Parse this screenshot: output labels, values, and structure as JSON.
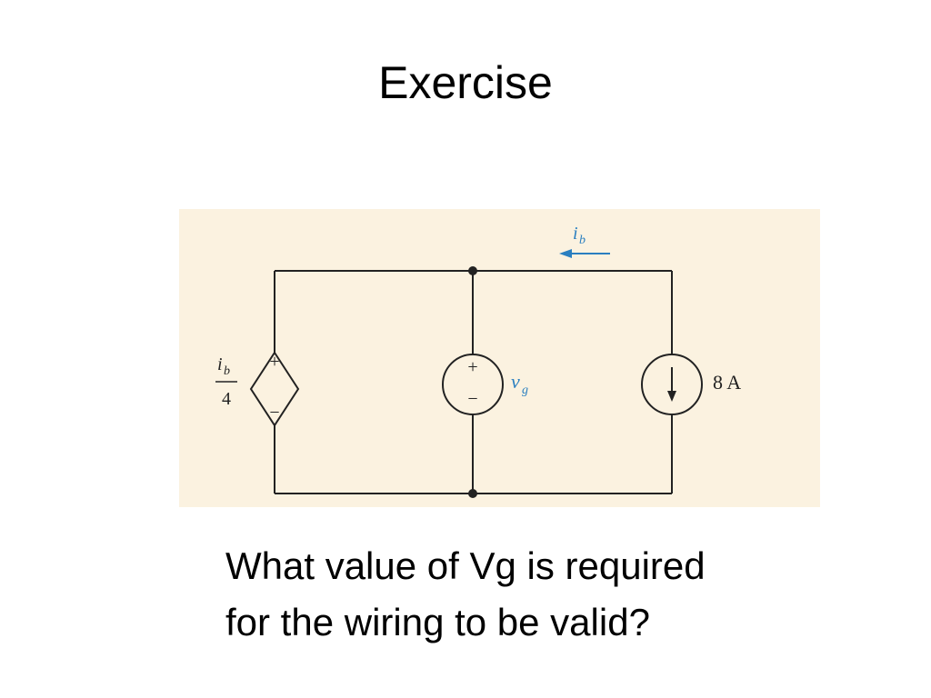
{
  "slide": {
    "title": "Exercise",
    "question": {
      "line1": "What value of Vg is required",
      "line2": "for the wiring to be valid?"
    }
  },
  "circuit": {
    "dependent_source": {
      "numerator": "i",
      "numerator_sub": "b",
      "denominator": "4",
      "plus_sign": "+",
      "minus_sign": "−"
    },
    "voltage_source": {
      "label": "v",
      "label_sub": "g",
      "plus_sign": "+",
      "minus_sign": "−"
    },
    "current_source": {
      "label": "8 A"
    },
    "branch_current": {
      "label": "i",
      "label_sub": "b"
    },
    "colors": {
      "background": "#fbf2e0",
      "wire": "#222222",
      "accent": "#2a7fc0"
    }
  }
}
